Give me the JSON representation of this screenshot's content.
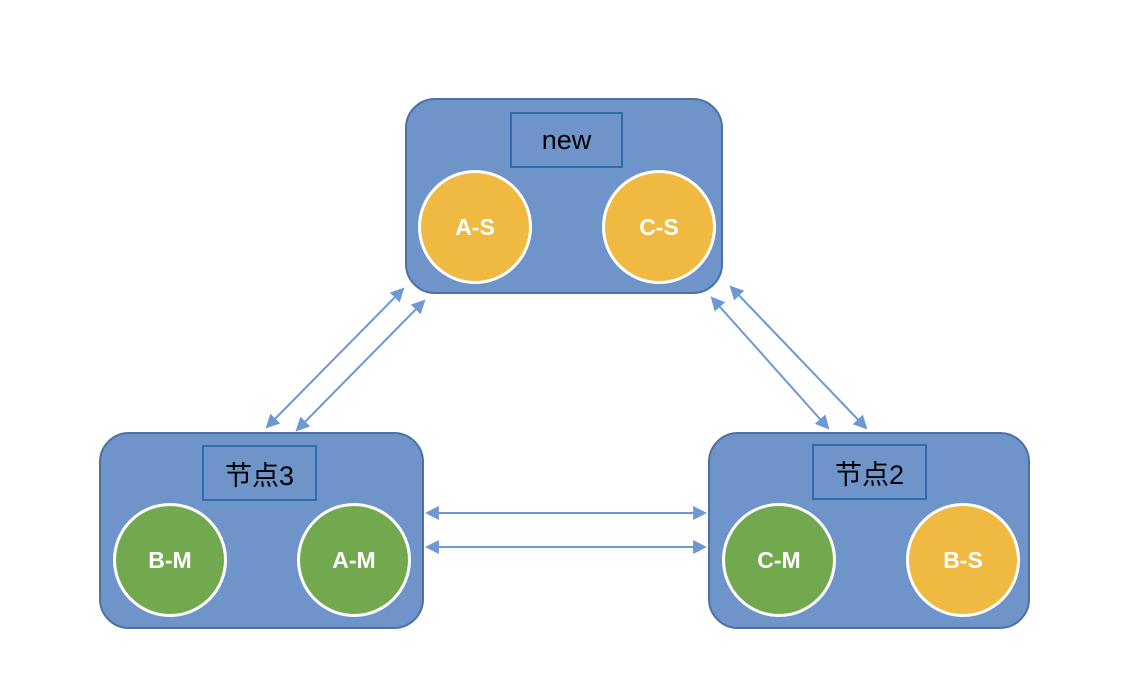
{
  "diagram": {
    "nodes": [
      {
        "id": "new",
        "label": "new",
        "circles": [
          {
            "label": "A-S",
            "role": "slave"
          },
          {
            "label": "C-S",
            "role": "slave"
          }
        ]
      },
      {
        "id": "node3",
        "label": "节点3",
        "circles": [
          {
            "label": "B-M",
            "role": "master"
          },
          {
            "label": "A-M",
            "role": "master"
          }
        ]
      },
      {
        "id": "node2",
        "label": "节点2",
        "circles": [
          {
            "label": "C-M",
            "role": "master"
          },
          {
            "label": "B-S",
            "role": "slave"
          }
        ]
      }
    ],
    "edges": [
      {
        "from": "node3",
        "to": "new",
        "style": "two-parallel-double-headed-arrows"
      },
      {
        "from": "node2",
        "to": "new",
        "style": "two-parallel-double-headed-arrows"
      },
      {
        "from": "node3",
        "to": "node2",
        "style": "two-parallel-double-headed-arrows"
      }
    ],
    "colors": {
      "node_fill": "#6F94C9",
      "node_border": "#4D71A3",
      "label_box_border": "#2E6DA8",
      "label_text": "#000000",
      "master_circle_fill": "#72A94F",
      "slave_circle_fill": "#F0B941",
      "circle_border": "#FFFFFF",
      "circle_text": "#FFFFFF",
      "arrow": "#6C98D4",
      "background": "#FFFFFF"
    }
  }
}
